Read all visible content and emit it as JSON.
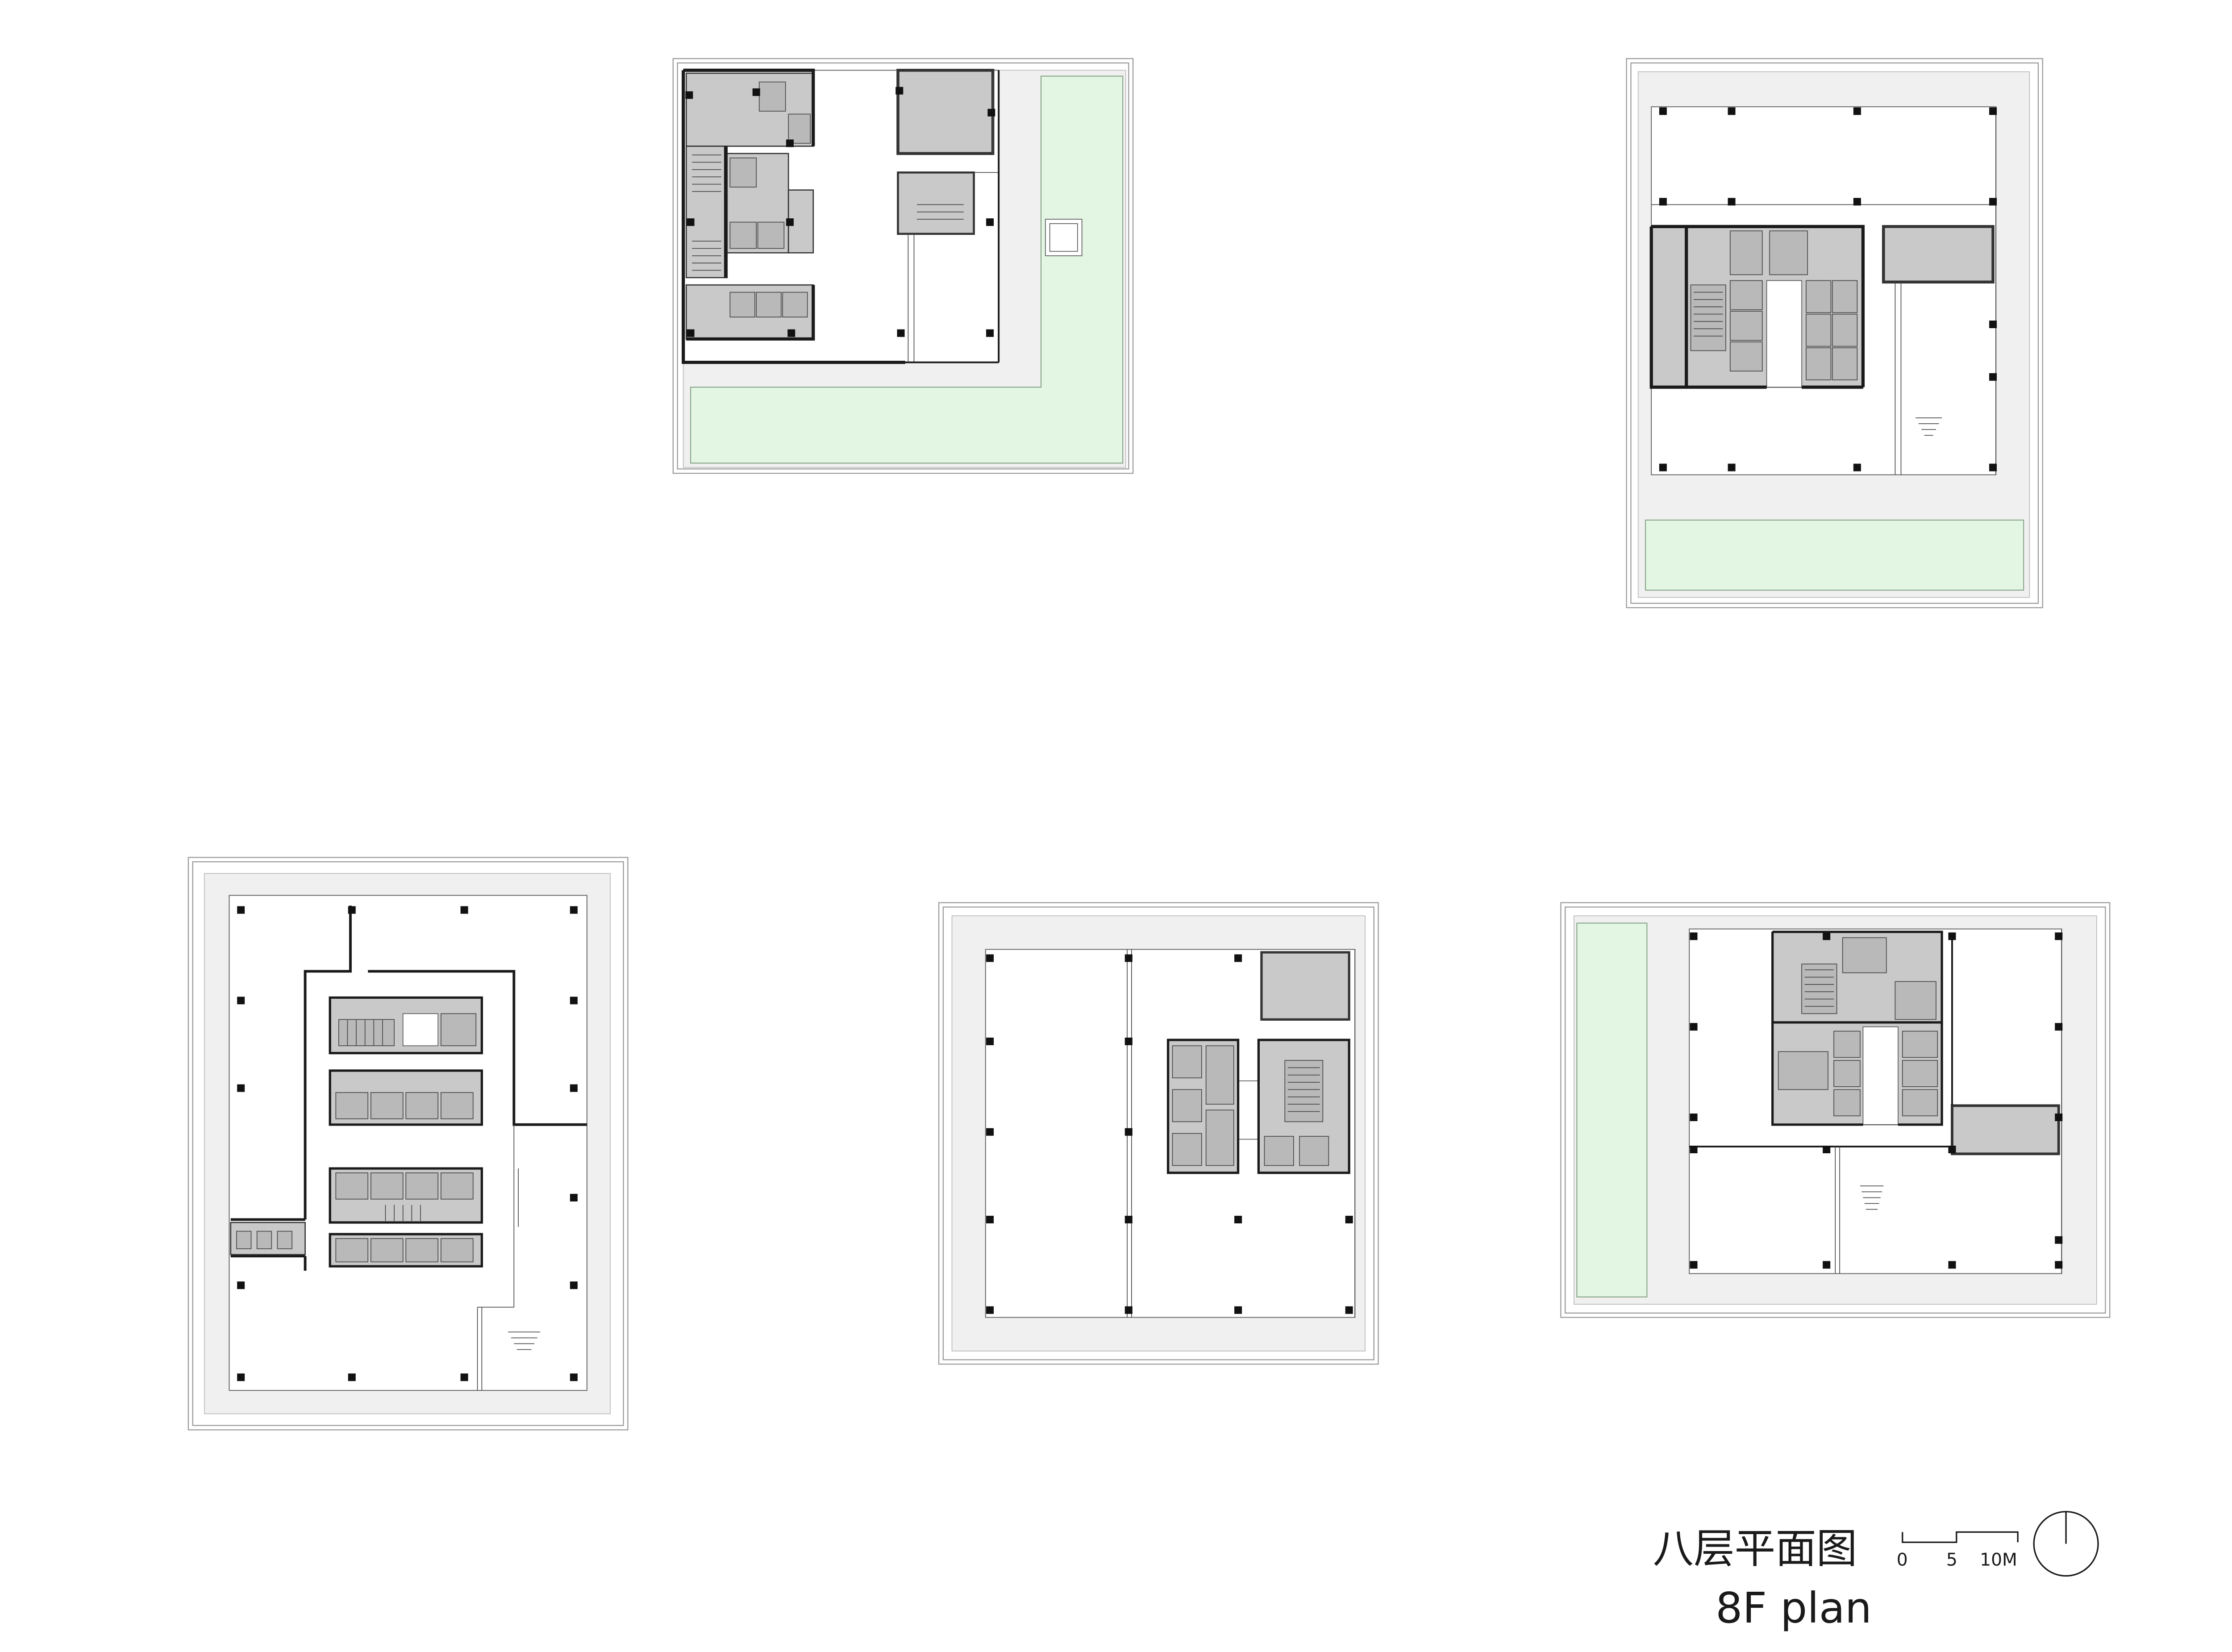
{
  "title": {
    "chinese": "八层平面图",
    "english": "8F plan"
  },
  "scale_bar": {
    "labels": [
      "0",
      "5",
      "10M"
    ]
  },
  "icons": {
    "north_arrow": "north-arrow-icon"
  },
  "colors": {
    "landscape_green": "#e3f5e3",
    "core_gray": "#c9c9c9",
    "band_gray": "#f0f0f0",
    "wall": "#1a1a1a"
  }
}
